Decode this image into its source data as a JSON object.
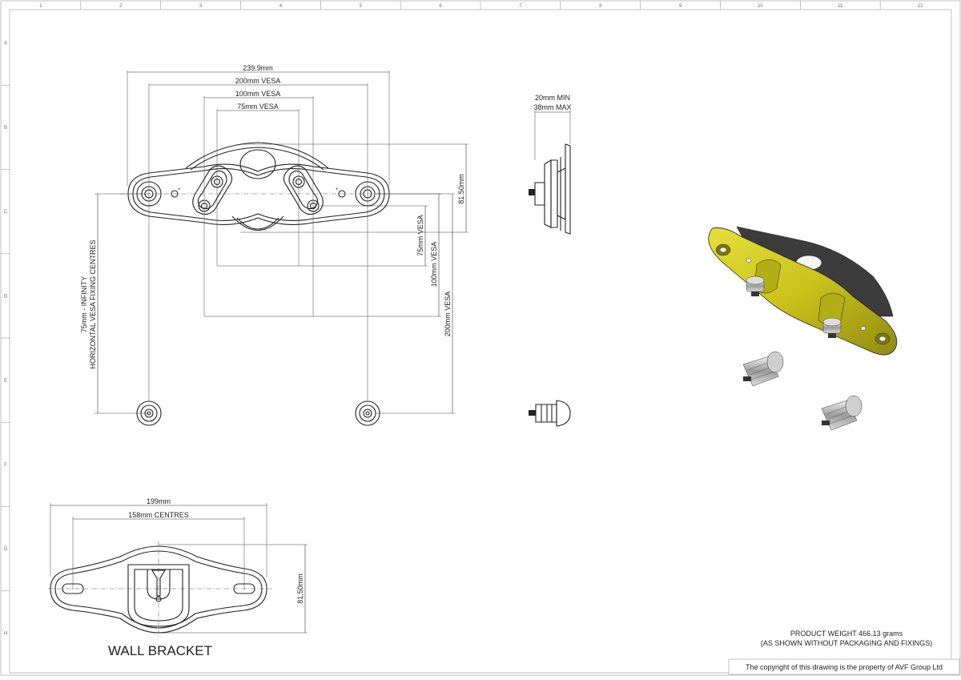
{
  "border": {
    "columns": [
      "1",
      "2",
      "3",
      "4",
      "5",
      "6",
      "7",
      "8",
      "9",
      "10",
      "11",
      "12"
    ],
    "rows": [
      "A",
      "B",
      "C",
      "D",
      "E",
      "F",
      "G",
      "H"
    ]
  },
  "front_view": {
    "dim_overall": "239.9mm",
    "dim_200_h": "200mm VESA",
    "dim_100_h": "100mm VESA",
    "dim_75_h": "75mm VESA",
    "dim_height": "81.50mm",
    "dim_75_v": "75mm VESA",
    "dim_100_v": "100mm VESA",
    "dim_200_v": "200mm VESA",
    "side_note_line1": "75mm - INFINITY",
    "side_note_line2": "HORIZONTAL VESA FIXING CENTRES"
  },
  "side_view": {
    "dim_min": "20mm MIN",
    "dim_max": "38mm MAX"
  },
  "wall_bracket": {
    "dim_overall": "199mm",
    "dim_centres": "158mm CENTRES",
    "dim_height": "81.50mm",
    "title": "WALL BRACKET"
  },
  "notes": {
    "weight_line1": "PRODUCT WEIGHT 466.13 grams",
    "weight_line2": "(AS SHOWN WITHOUT PACKAGING AND FIXINGS)",
    "copyright": "The copyright of this drawing is the property of AVF Group Ltd"
  },
  "colors": {
    "plate_yellow": "#c9c21a",
    "dark_part": "#3c3c3c",
    "line": "#222222",
    "red_mark": "#d02020"
  }
}
